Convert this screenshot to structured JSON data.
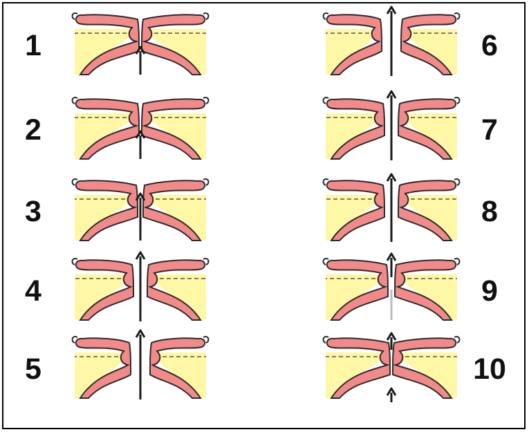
{
  "steps": [
    {
      "number": "1",
      "variant": "closed-arrow-below",
      "column": "left"
    },
    {
      "number": "2",
      "variant": "closed-arrow-below",
      "column": "left"
    },
    {
      "number": "3",
      "variant": "tip-parting",
      "column": "left"
    },
    {
      "number": "4",
      "variant": "open-arrow-through",
      "column": "left"
    },
    {
      "number": "5",
      "variant": "fully-open-arrow-through",
      "column": "left"
    },
    {
      "number": "6",
      "variant": "fully-open-arrow-through",
      "column": "right"
    },
    {
      "number": "7",
      "variant": "open-arrow-through",
      "column": "right"
    },
    {
      "number": "8",
      "variant": "closing-arrow-through",
      "column": "right"
    },
    {
      "number": "9",
      "variant": "closing-arrow-faded",
      "column": "right"
    },
    {
      "number": "10",
      "variant": "closed-arrows-above-below",
      "column": "right"
    }
  ],
  "colors": {
    "membrane_fill": "#f28a8a",
    "membrane_stroke": "#2b2b2b",
    "fluid_fill": "#fdf7a6",
    "dashed_line": "#333333",
    "arrow": "#1a1a1a",
    "arrow_faded": "#bdbdbd",
    "frame": "#000000",
    "numbers": "#111111"
  }
}
